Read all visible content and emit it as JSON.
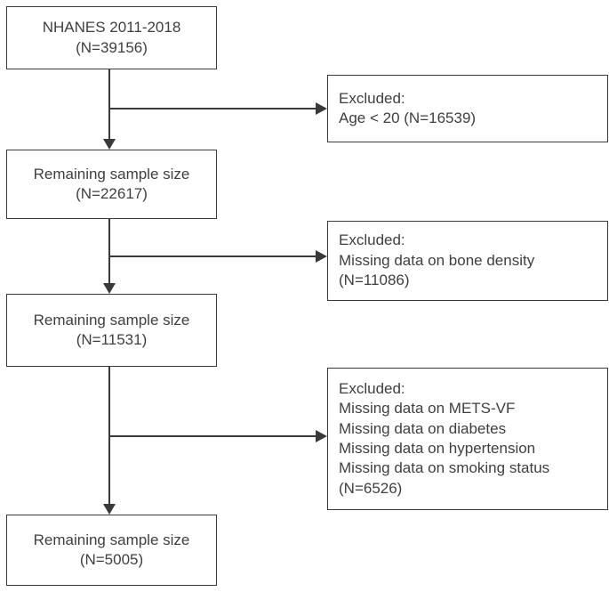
{
  "diagram": {
    "type": "participant-flowchart",
    "colors": {
      "background": "#ffffff",
      "line": "#3a3a3a",
      "text": "#3f3f3f"
    },
    "flow_boxes": [
      {
        "lines": [
          "NHANES 2011-2018",
          "(N=39156)"
        ]
      },
      {
        "lines": [
          "Remaining sample size",
          "(N=22617)"
        ]
      },
      {
        "lines": [
          "Remaining sample size",
          "(N=11531)"
        ]
      },
      {
        "lines": [
          "Remaining sample size",
          "(N=5005)"
        ]
      }
    ],
    "exclusion_boxes": [
      {
        "lines": [
          "Excluded:",
          "Age < 20 (N=16539)"
        ]
      },
      {
        "lines": [
          "Excluded:",
          "Missing data on bone density",
          "(N=11086)"
        ]
      },
      {
        "lines": [
          "Excluded:",
          "Missing data on METS-VF",
          "Missing data on diabetes",
          "Missing data on hypertension",
          "Missing data on smoking status",
          "(N=6526)"
        ]
      }
    ]
  }
}
